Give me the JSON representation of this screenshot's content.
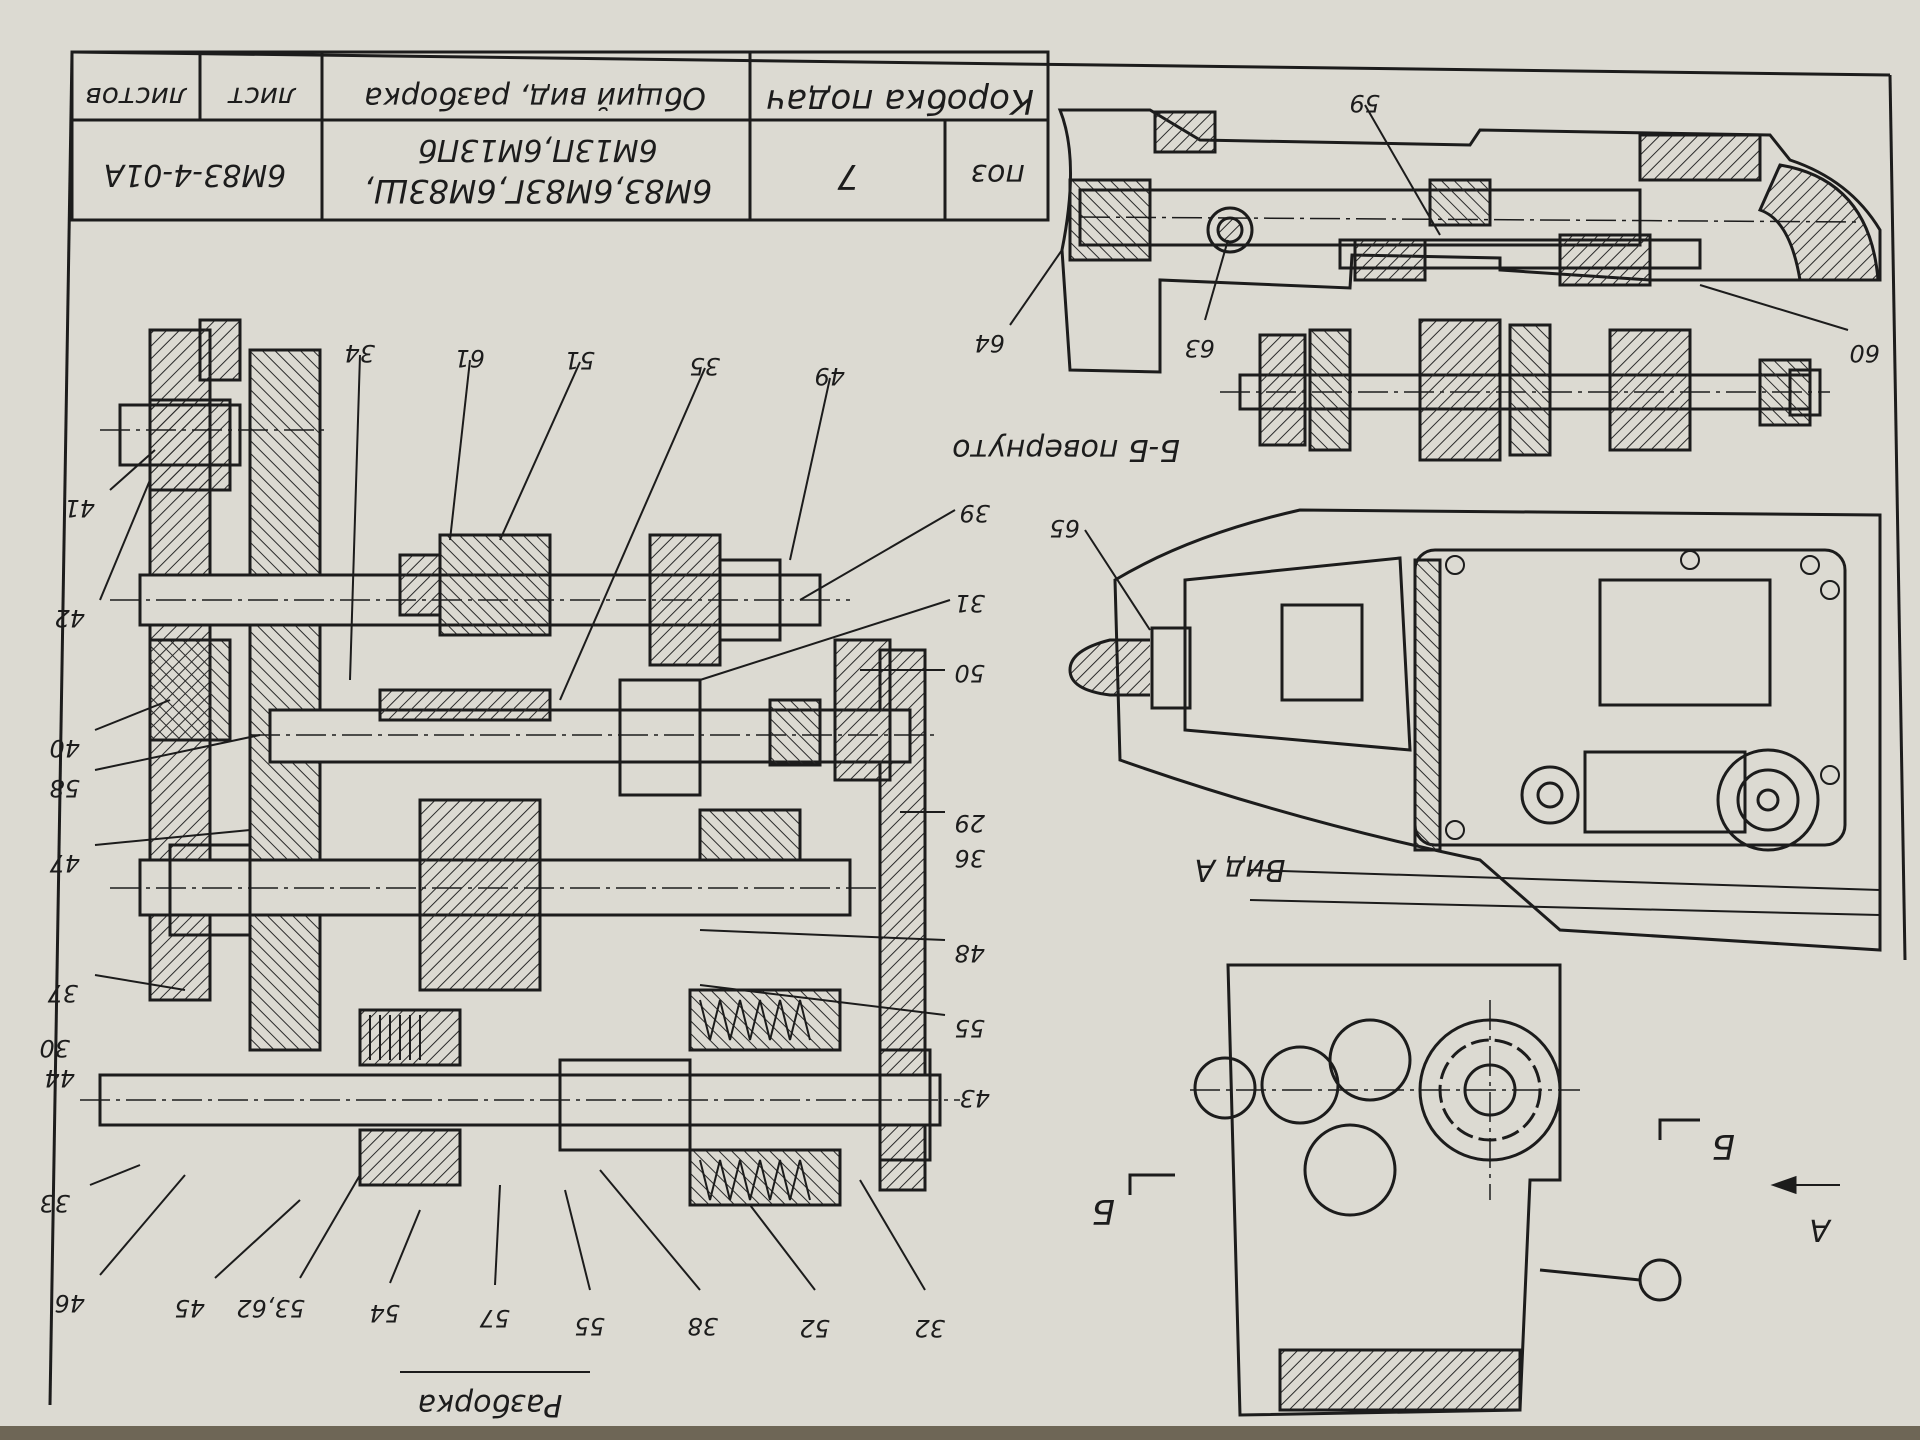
{
  "title_block": {
    "assembly_name": "Коробка подач",
    "drawing_type": "Общий вид, разборка",
    "sheet_label": "лист",
    "sheets_label": "листов",
    "position_label": "поз",
    "position_value": "7",
    "machine_models": "6М83,6М83Г,6М83Ш,",
    "machine_models_2": "6М13П,6М13Пб",
    "drawing_code": "6М83-4-01А"
  },
  "captions": {
    "section_bb": "Б-Б повернуто",
    "view_a": "Вид А",
    "section_marker": "Б",
    "section_marker_2": "Б",
    "view_marker": "А",
    "bottom_caption": "Разборка"
  },
  "part_numbers": {
    "p59": "59",
    "p60": "60",
    "p63": "63",
    "p64": "64",
    "p65": "65",
    "p34": "34",
    "p61": "61",
    "p51": "51",
    "p35": "35",
    "p49": "49",
    "p39": "39",
    "p31": "31",
    "p50": "50",
    "p29": "29",
    "p36": "36",
    "p48": "48",
    "p55a": "55",
    "p43": "43",
    "p41": "41",
    "p42": "42",
    "p40": "40",
    "p58": "58",
    "p47": "47",
    "p37": "37",
    "p30": "30",
    "p44": "44",
    "p33": "33",
    "p46": "46",
    "p45": "45",
    "p5362": "53,62",
    "p54": "54",
    "p57": "57",
    "p55b": "55",
    "p38": "38",
    "p52": "52",
    "p32": "32"
  },
  "colors": {
    "paper": "#dcdad2",
    "ink": "#1c1c1c",
    "background": "#6e6656"
  }
}
